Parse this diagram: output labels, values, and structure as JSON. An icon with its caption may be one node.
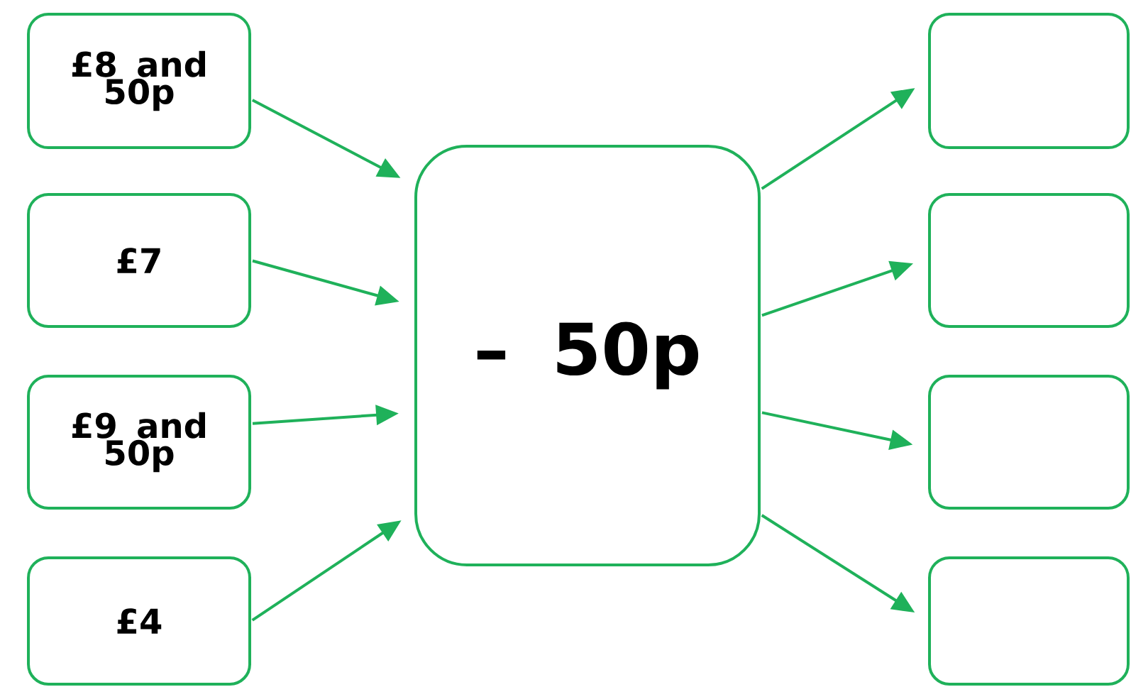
{
  "diagram": {
    "nodes": [
      {
        "text": [
          "£8 and 50p"
        ]
      },
      {
        "text": [
          "£7"
        ]
      },
      {
        "text": [
          "£9 and 50p"
        ]
      },
      {
        "text": [
          "£4"
        ]
      },
      {
        "text": [
          "– 50p"
        ]
      },
      {
        "text": [],
        "shape": "box"
      },
      {
        "text": [],
        "shape": "box"
      },
      {
        "text": [],
        "shape": "box"
      },
      {
        "text": [],
        "shape": "box"
      }
    ],
    "edges": [
      {
        "from": 0,
        "to": 4,
        "arrow": "to"
      },
      {
        "from": 1,
        "to": 4,
        "arrow": "to"
      },
      {
        "from": 2,
        "to": 4,
        "arrow": "to"
      },
      {
        "from": 3,
        "to": 4,
        "arrow": "to"
      },
      {
        "from": 4,
        "to": 5,
        "arrow": "to"
      },
      {
        "from": 4,
        "to": 6,
        "arrow": "to"
      },
      {
        "from": 4,
        "to": 7,
        "arrow": "to"
      },
      {
        "from": 4,
        "to": 8,
        "arrow": "to"
      }
    ]
  }
}
